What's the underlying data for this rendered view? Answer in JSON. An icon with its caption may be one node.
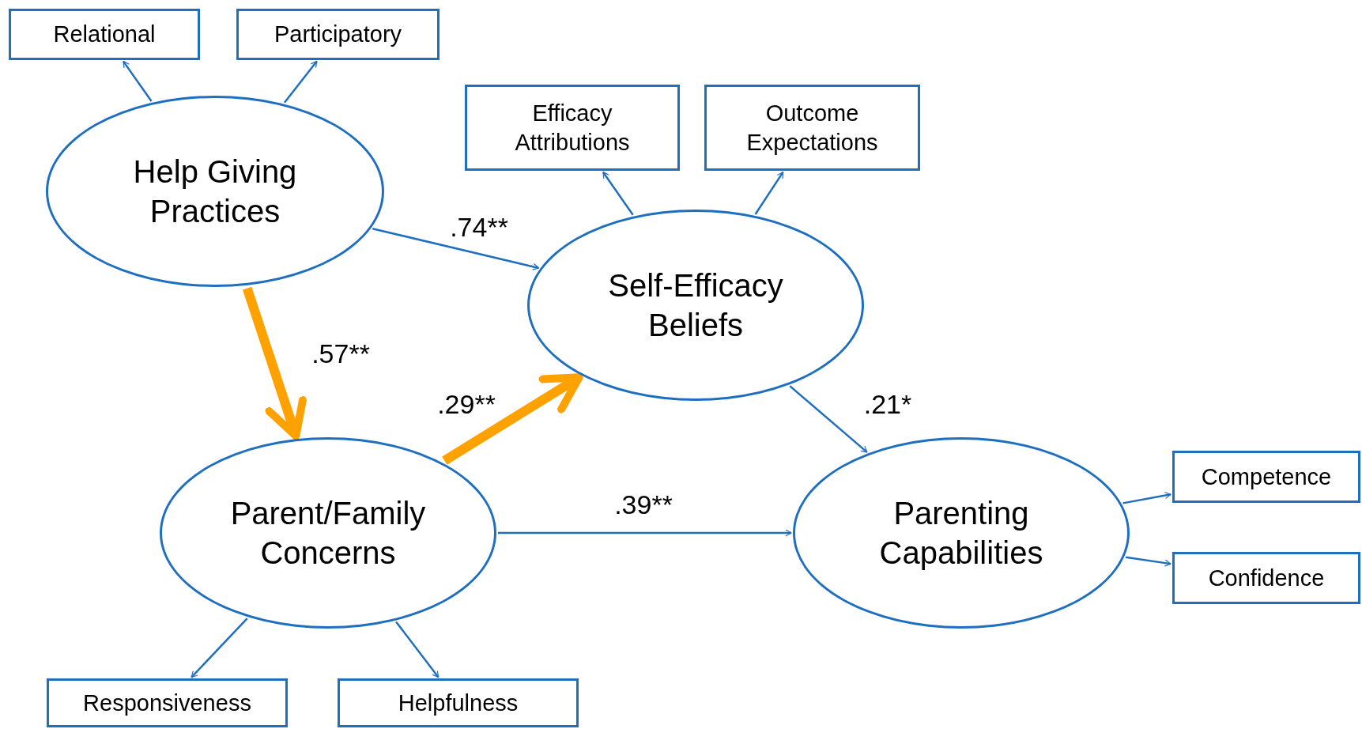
{
  "diagram": {
    "nodes": [
      {
        "text": [
          "Relational"
        ]
      },
      {
        "text": [
          "Participatory"
        ]
      },
      {
        "text": [
          "Help Giving Practices"
        ]
      },
      {
        "text": [
          "Efficacy Attributions"
        ]
      },
      {
        "text": [
          "Outcome Expectations"
        ]
      },
      {
        "text": [
          "Self-Efficacy Beliefs"
        ]
      },
      {
        "text": [
          "Parent/Family Concerns"
        ]
      },
      {
        "text": [
          "Parenting Capabilities"
        ]
      },
      {
        "text": [
          "Competence"
        ]
      },
      {
        "text": [
          "Confidence"
        ]
      },
      {
        "text": [
          "Responsiveness"
        ]
      },
      {
        "text": [
          "Helpfulness"
        ]
      }
    ],
    "edges": [
      {
        "from": 2,
        "to": 0,
        "arrow": "to"
      },
      {
        "from": 2,
        "to": 1,
        "arrow": "to"
      },
      {
        "from": 5,
        "to": 3,
        "arrow": "to"
      },
      {
        "from": 5,
        "to": 4,
        "arrow": "to"
      },
      {
        "from": 2,
        "to": 5,
        "arrow": "to",
        "label": ".74**"
      },
      {
        "from": 2,
        "to": 6,
        "arrow": "to",
        "label": ".57**",
        "style": "thick",
        "color": "#ffa200"
      },
      {
        "from": 6,
        "to": 5,
        "arrow": "to",
        "label": ".29**",
        "style": "thick",
        "color": "#ffa200"
      },
      {
        "from": 5,
        "to": 7,
        "arrow": "to",
        "label": ".21*"
      },
      {
        "from": 6,
        "to": 7,
        "arrow": "to",
        "label": ".39**"
      },
      {
        "from": 7,
        "to": 8,
        "arrow": "to"
      },
      {
        "from": 7,
        "to": 9,
        "arrow": "to"
      },
      {
        "from": 6,
        "to": 10,
        "arrow": "to"
      },
      {
        "from": 6,
        "to": 11,
        "arrow": "to"
      }
    ]
  }
}
